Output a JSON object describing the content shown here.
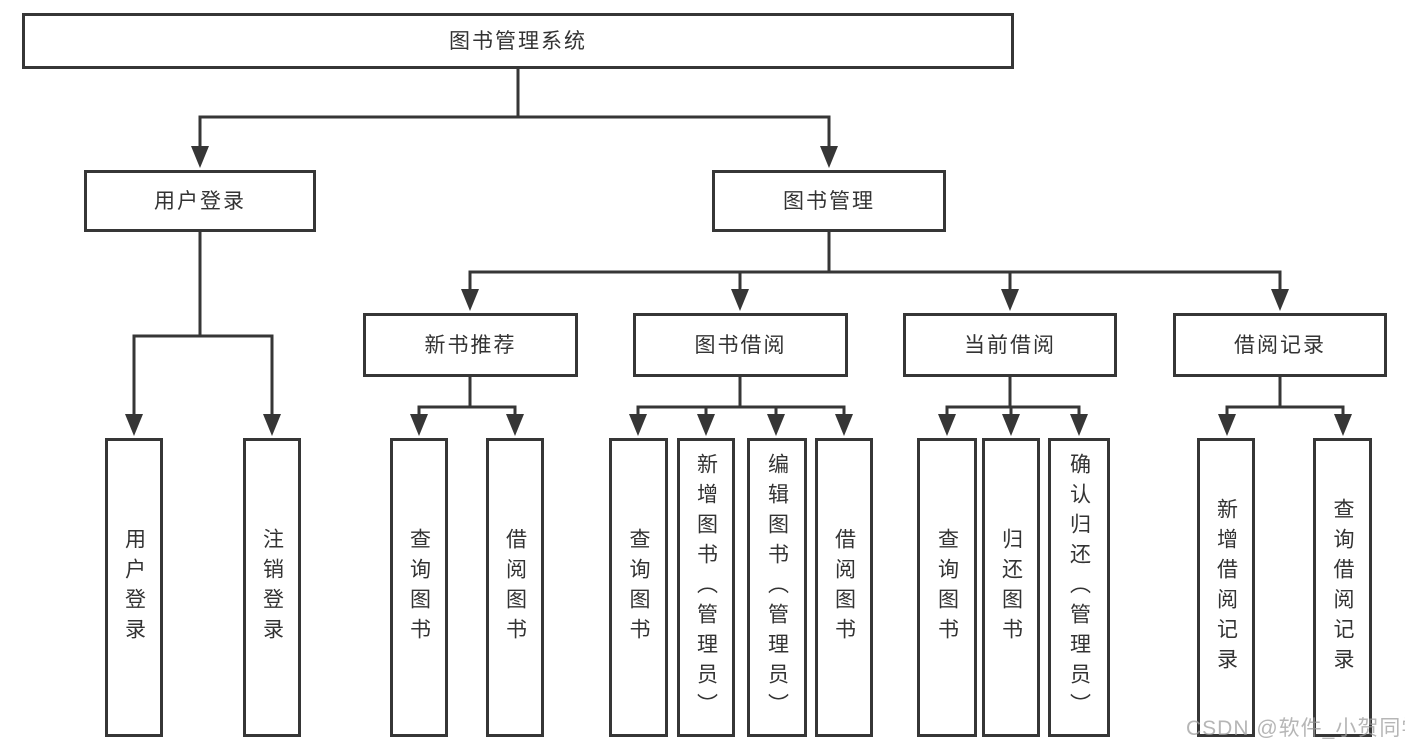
{
  "watermark": "CSDN @软件_小贺同学",
  "colors": {
    "line": "#363636",
    "text": "#333333",
    "box_background": "#ffffff",
    "watermark": "#9e9e9e"
  },
  "tree": {
    "label": "图书管理系统",
    "children": [
      {
        "label": "用户登录",
        "children": [
          {
            "label": "用户登录"
          },
          {
            "label": "注销登录"
          }
        ]
      },
      {
        "label": "图书管理",
        "children": [
          {
            "label": "新书推荐",
            "children": [
              {
                "label": "查询图书"
              },
              {
                "label": "借阅图书"
              }
            ]
          },
          {
            "label": "图书借阅",
            "children": [
              {
                "label": "查询图书"
              },
              {
                "label": "新增图书（管理员）"
              },
              {
                "label": "编辑图书（管理员）"
              },
              {
                "label": "借阅图书"
              }
            ]
          },
          {
            "label": "当前借阅",
            "children": [
              {
                "label": "查询图书"
              },
              {
                "label": "归还图书"
              },
              {
                "label": "确认归还（管理员）"
              }
            ]
          },
          {
            "label": "借阅记录",
            "children": [
              {
                "label": "新增借阅记录"
              },
              {
                "label": "查询借阅记录"
              }
            ]
          }
        ]
      }
    ]
  }
}
